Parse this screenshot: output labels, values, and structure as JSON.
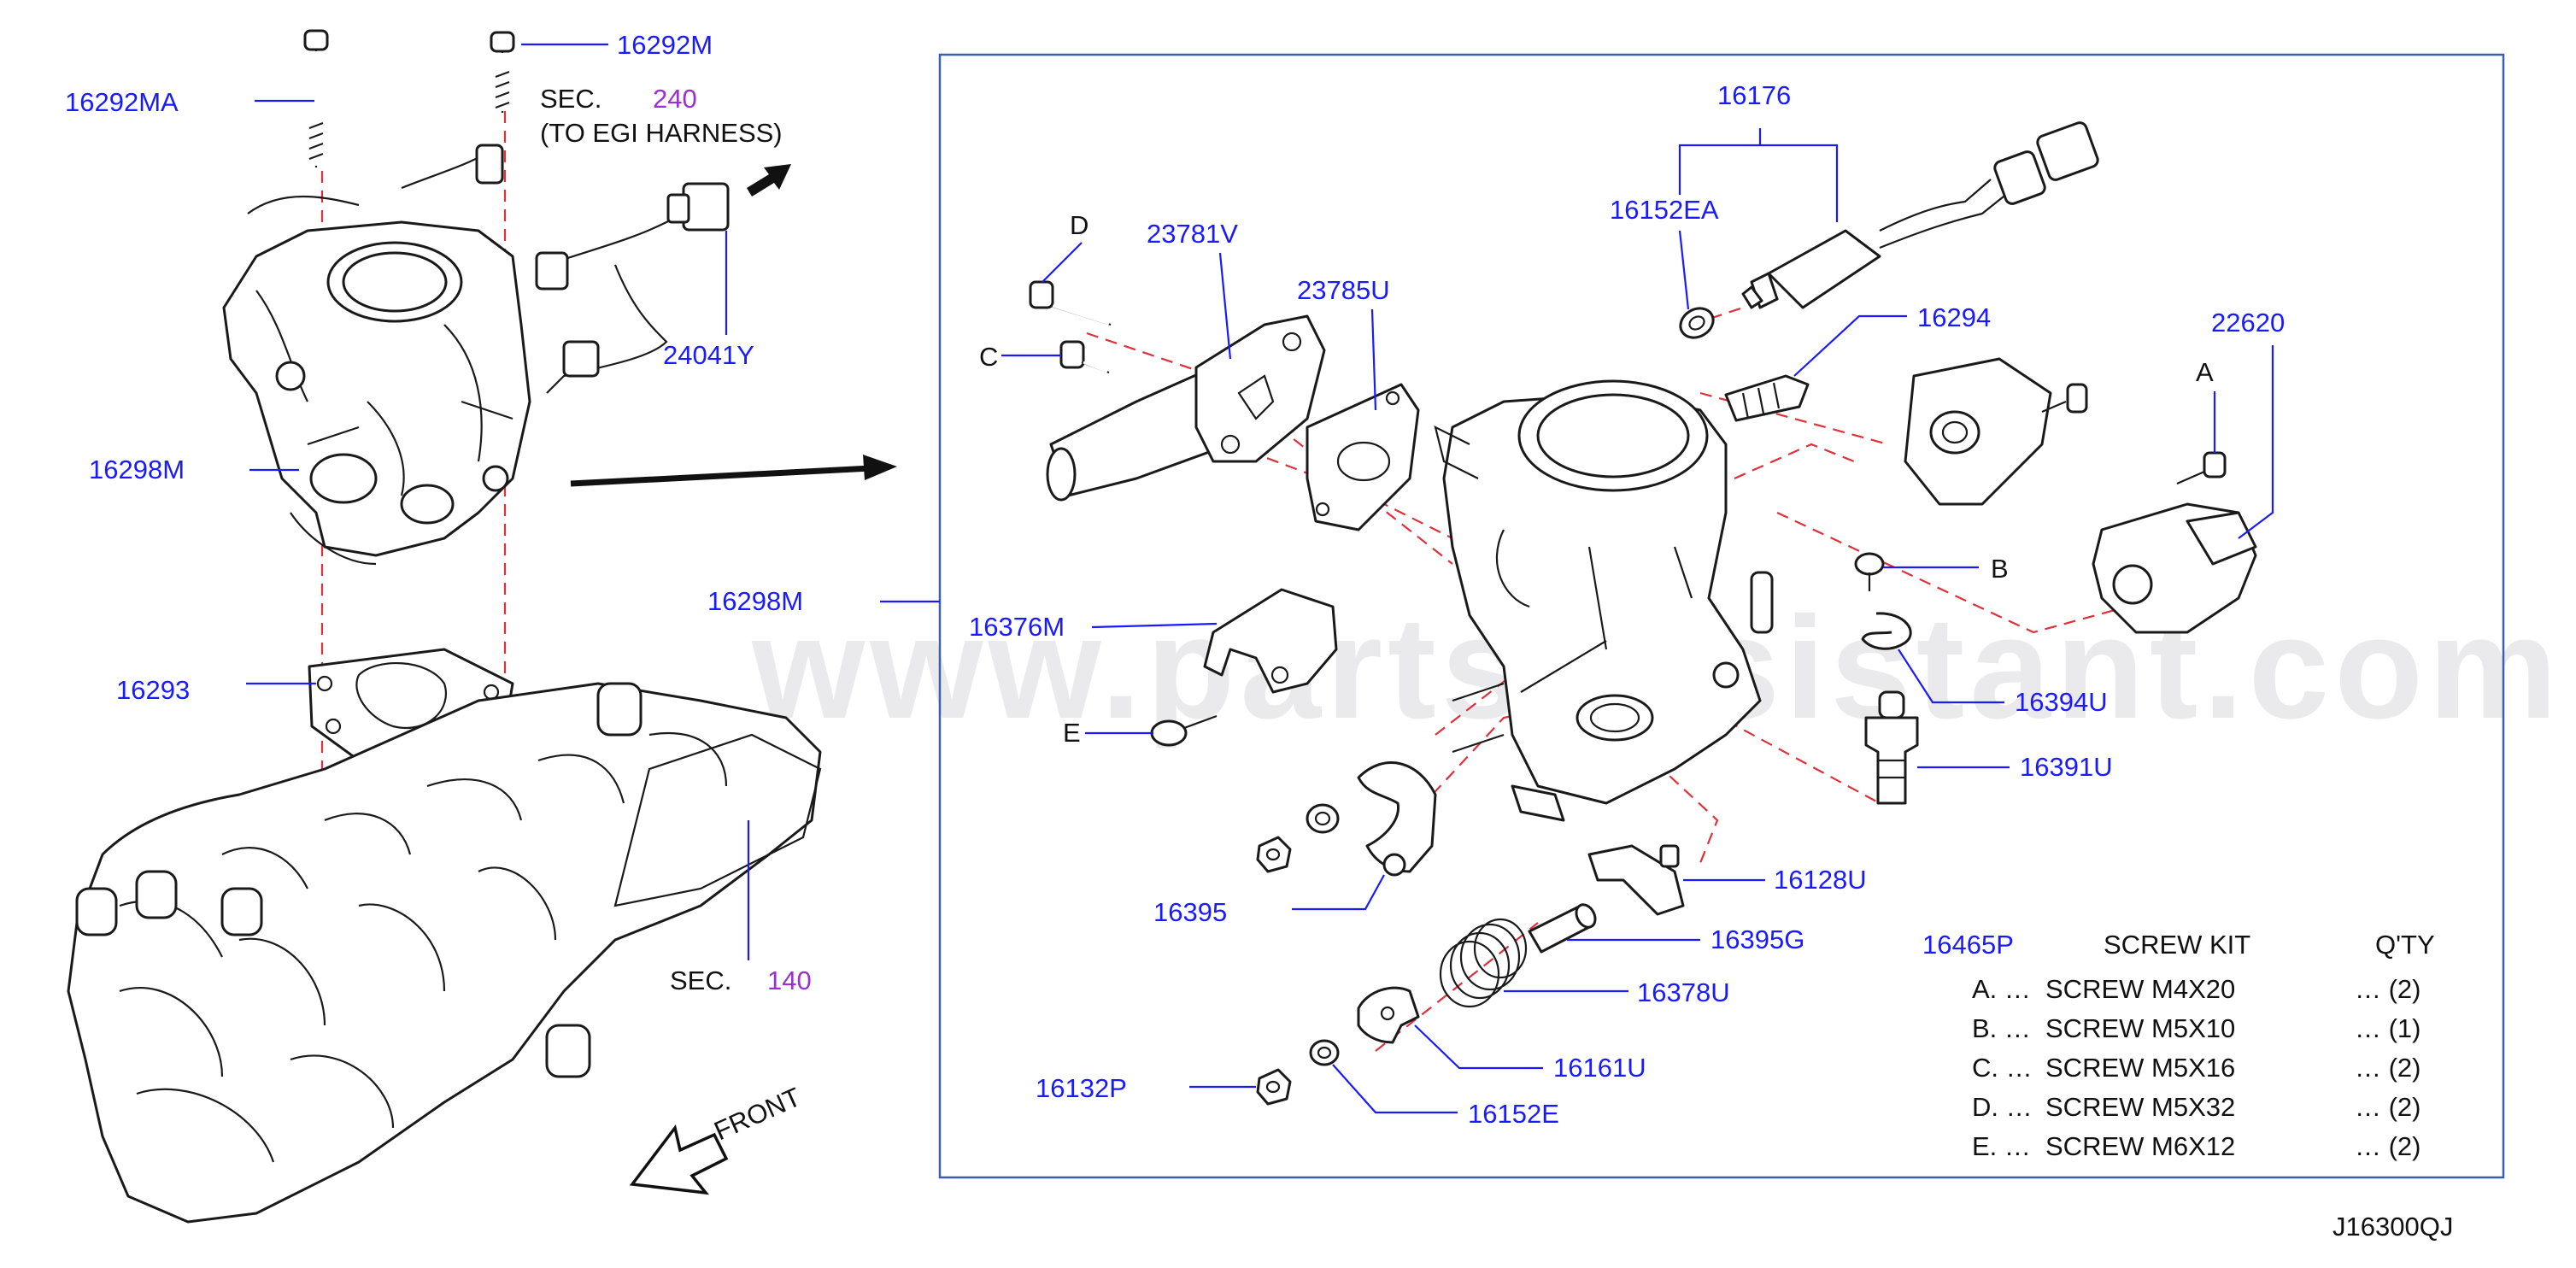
{
  "watermark": "www.partsassistant.com",
  "diagram_code": "J16300QJ",
  "colors": {
    "part_number": "#1a1aff",
    "section_number": "#9b30d0",
    "guide_line": "#e0303a"
  },
  "sections": {
    "sec240": {
      "prefix": "SEC.",
      "number": "240",
      "note": "(TO  EGI  HARNESS)"
    },
    "sec140": {
      "prefix": "SEC.",
      "number": "140"
    }
  },
  "front_label": "FRONT",
  "left_labels": {
    "p16292MA": "16292MA",
    "p16292M": "16292M",
    "p24041Y": "24041Y",
    "p16298M_left": "16298M",
    "p16293": "16293"
  },
  "detail_labels": {
    "p16298M_box": "16298M",
    "p16176": "16176",
    "p16152EA": "16152EA",
    "p16294": "16294",
    "p22620": "22620",
    "p23781V": "23781V",
    "p23785U": "23785U",
    "p16376M": "16376M",
    "p16394U": "16394U",
    "p16391U": "16391U",
    "p16395": "16395",
    "p16128U": "16128U",
    "p16395G": "16395G",
    "p16378U": "16378U",
    "p16161U": "16161U",
    "p16132P": "16132P",
    "p16152E": "16152E"
  },
  "letters": {
    "A": "A",
    "B": "B",
    "C": "C",
    "D": "D",
    "E": "E"
  },
  "screw_kit": {
    "part": "16465P",
    "title": "SCREW  KIT",
    "qty_header": "Q'TY",
    "rows": [
      {
        "ref": "A. …",
        "desc": "SCREW   M4X20",
        "qty": "… (2)"
      },
      {
        "ref": "B. …",
        "desc": "SCREW   M5X10",
        "qty": "… (1)"
      },
      {
        "ref": "C. …",
        "desc": "SCREW   M5X16",
        "qty": "… (2)"
      },
      {
        "ref": "D. …",
        "desc": "SCREW   M5X32",
        "qty": "… (2)"
      },
      {
        "ref": "E. …",
        "desc": "SCREW   M6X12",
        "qty": "… (2)"
      }
    ]
  }
}
